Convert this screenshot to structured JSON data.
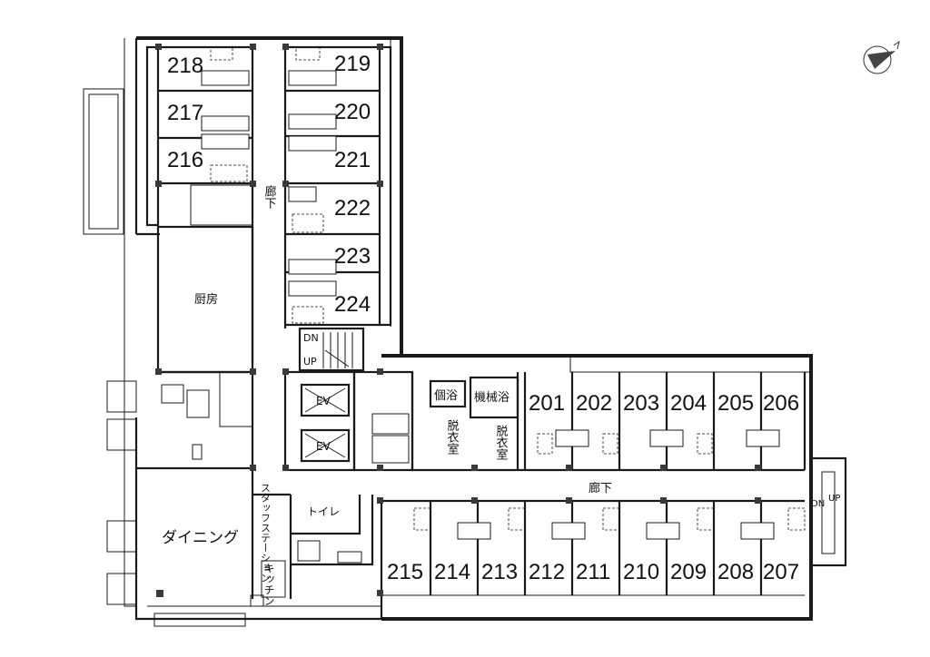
{
  "rooms_north_wing": {
    "west": [
      "218",
      "217",
      "216"
    ],
    "east": [
      "219",
      "220",
      "221",
      "222",
      "223",
      "224"
    ]
  },
  "rooms_south_wing": {
    "north_row": [
      "201",
      "202",
      "203",
      "204",
      "205",
      "206"
    ],
    "south_row": [
      "215",
      "214",
      "213",
      "212",
      "211",
      "210",
      "209",
      "208",
      "207"
    ]
  },
  "labels": {
    "corridor": "廊下",
    "kitchen_main": "厨房",
    "dining": "ダイニング",
    "staff_station": "スタッフステーション",
    "toilet": "トイレ",
    "kitchenette": "キッチン",
    "private_bath": "個浴",
    "machine_bath": "機械浴",
    "changing_room": "脱衣室",
    "elevator": "EV",
    "stair_down": "DN",
    "stair_up": "UP"
  },
  "icons": {
    "north_arrow": "compass-north-icon"
  }
}
